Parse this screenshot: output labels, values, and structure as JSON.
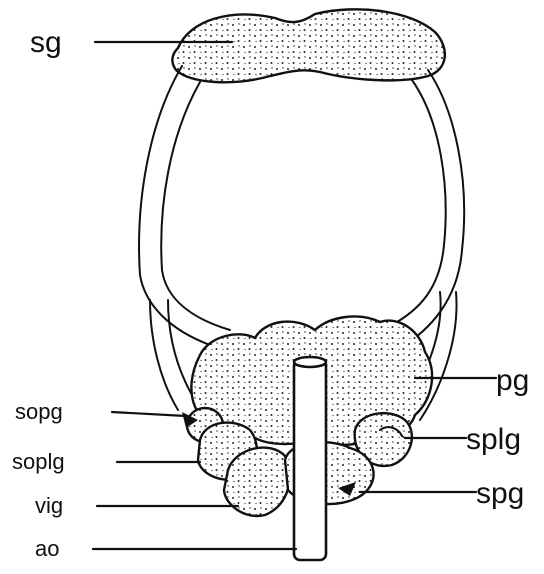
{
  "labels": {
    "sg": "sg",
    "pg": "pg",
    "sopg": "sopg",
    "splg": "splg",
    "soplg": "soplg",
    "vig": "vig",
    "spg": "spg",
    "ao": "ao"
  },
  "colors": {
    "ink": "#111111",
    "paper": "#ffffff"
  }
}
